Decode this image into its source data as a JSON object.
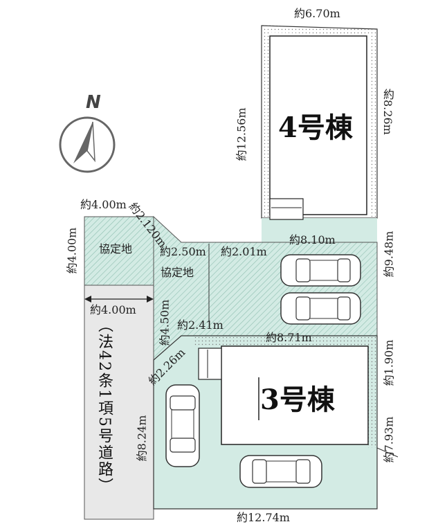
{
  "compass": {
    "north_label": "N",
    "icon": "compass-arrow-icon"
  },
  "buildings": [
    {
      "label": "4号棟"
    },
    {
      "label": "3号棟"
    }
  ],
  "areas": {
    "agreement_1": "協定地",
    "agreement_2": "協定地",
    "road": "（法42条1項5号道路）"
  },
  "dimensions": {
    "lot4_top": "約6.70m",
    "lot4_right": "約8.26m",
    "lot4_left": "約12.56m",
    "diag_top": "約2.120m",
    "agree_top": "約4.00m",
    "agree_left": "約4.00m",
    "road_width": "約4.00m",
    "mid_250": "約2.50m",
    "mid_201": "約2.01m",
    "mid_810": "約8.10m",
    "right_948": "約9.48m",
    "left_450": "約4.50m",
    "mid_241": "約2.41m",
    "mid_871": "約8.71m",
    "right_190": "約1.90m",
    "diag_226": "約2.26m",
    "left_824": "約8.24m",
    "right_793": "約7.93m",
    "bottom_1274": "約12.74m"
  },
  "colors": {
    "lot_fill": "#d3ebe4",
    "hatch": "#8fbfb1",
    "road_fill": "#e8e8e8",
    "building_fill": "#ffffff",
    "line": "#333333"
  }
}
